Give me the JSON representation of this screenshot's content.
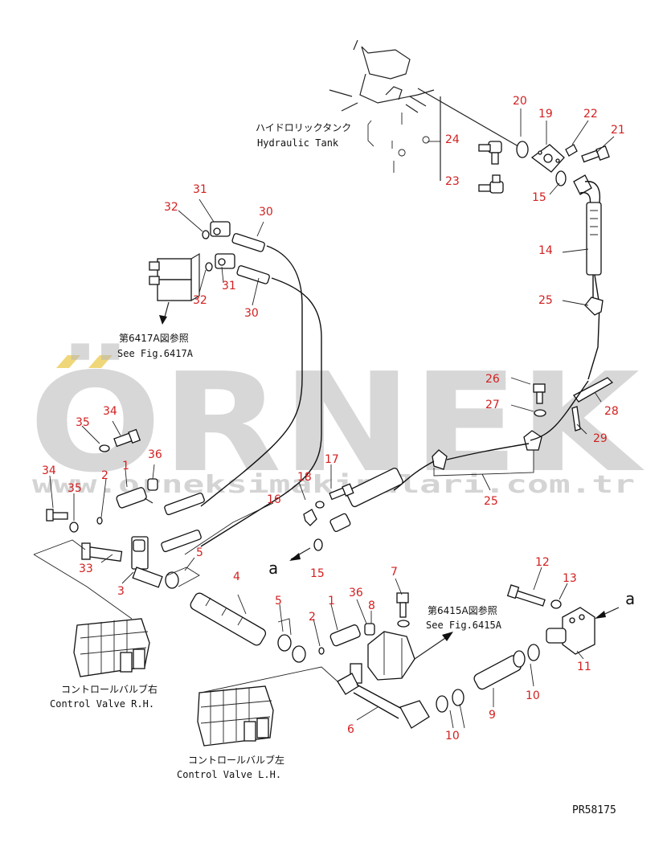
{
  "drawing_code": "PR58175",
  "watermark": {
    "brand": "ÖRNEK",
    "url": "www.orneksimakinalari.com.tr",
    "accent_color": "#e8c640"
  },
  "captions": {
    "hydraulic_tank_jp": "ハイドロリックタンク",
    "hydraulic_tank_en": "Hydraulic Tank",
    "fig_6417_jp": "第6417A図参照",
    "fig_6417_en": "See Fig.6417A",
    "fig_6415_jp": "第6415A図参照",
    "fig_6415_en": "See Fig.6415A",
    "valve_rh_jp": "コントロールバルブ右",
    "valve_rh_en": "Control Valve R.H.",
    "valve_lh_jp": "コントロールバルブ左",
    "valve_lh_en": "Control Valve L.H.",
    "ref_a_left": "a",
    "ref_a_right": "a"
  },
  "callouts": {
    "c1a": "1",
    "c1b": "1",
    "c2a": "2",
    "c2b": "2",
    "c3": "3",
    "c4": "4",
    "c5a": "5",
    "c5b": "5",
    "c6": "6",
    "c7": "7",
    "c8": "8",
    "c9": "9",
    "c10a": "10",
    "c10b": "10",
    "c11": "11",
    "c12": "12",
    "c13": "13",
    "c14": "14",
    "c15a": "15",
    "c15b": "15",
    "c16": "16",
    "c17": "17",
    "c18": "18",
    "c19": "19",
    "c20": "20",
    "c21": "21",
    "c22": "22",
    "c23": "23",
    "c24": "24",
    "c25a": "25",
    "c25b": "25",
    "c26": "26",
    "c27": "27",
    "c28": "28",
    "c29": "29",
    "c30a": "30",
    "c30b": "30",
    "c31a": "31",
    "c31b": "31",
    "c32a": "32",
    "c32b": "32",
    "c33": "33",
    "c34a": "34",
    "c34b": "34",
    "c35a": "35",
    "c35b": "35",
    "c36a": "36",
    "c36b": "36"
  }
}
